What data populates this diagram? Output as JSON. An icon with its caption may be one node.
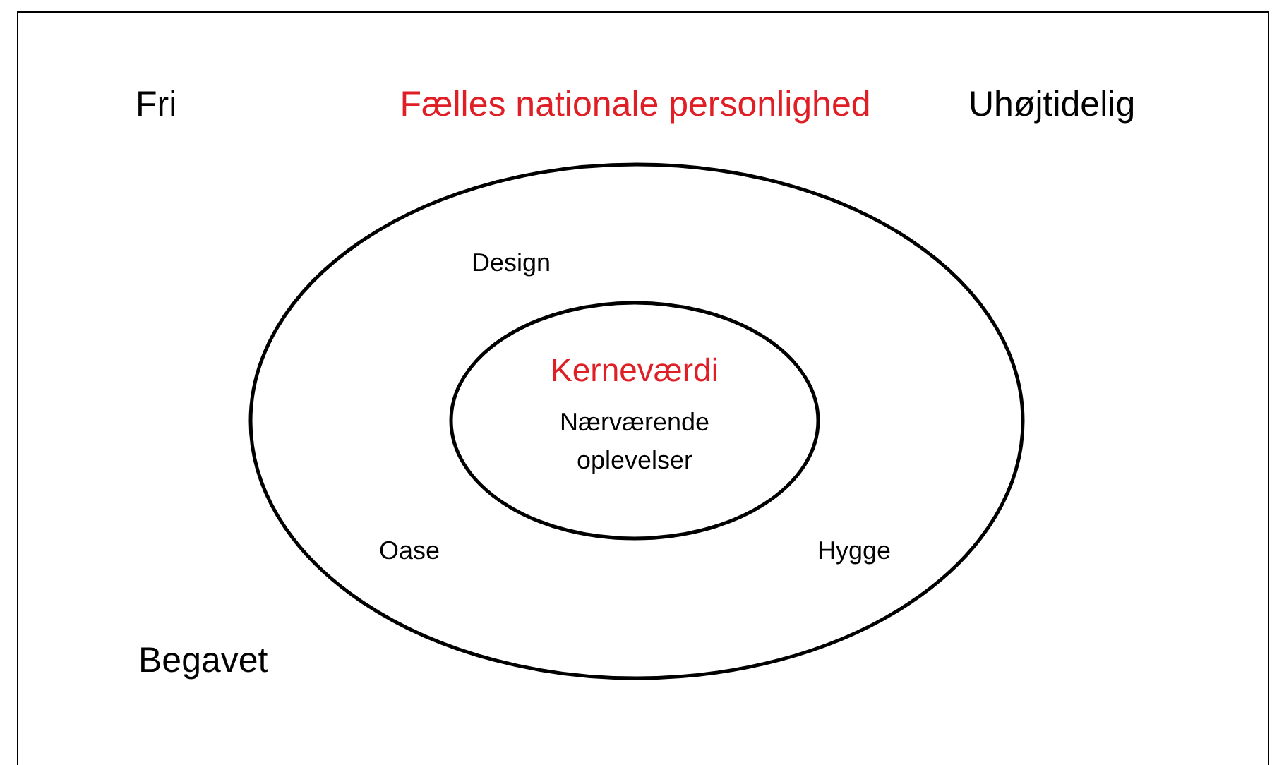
{
  "diagram": {
    "title": "Fælles nationale personlighed",
    "nodes": [
      {
        "text": [
          "Design",
          "Oase",
          "Hygge"
        ]
      },
      {
        "text": [
          "Kerneværdi",
          "Nærværende oplevelser"
        ],
        "in": 0
      }
    ],
    "labels": [
      "Fri",
      "Uhøjtidelig",
      "Begavet"
    ]
  }
}
